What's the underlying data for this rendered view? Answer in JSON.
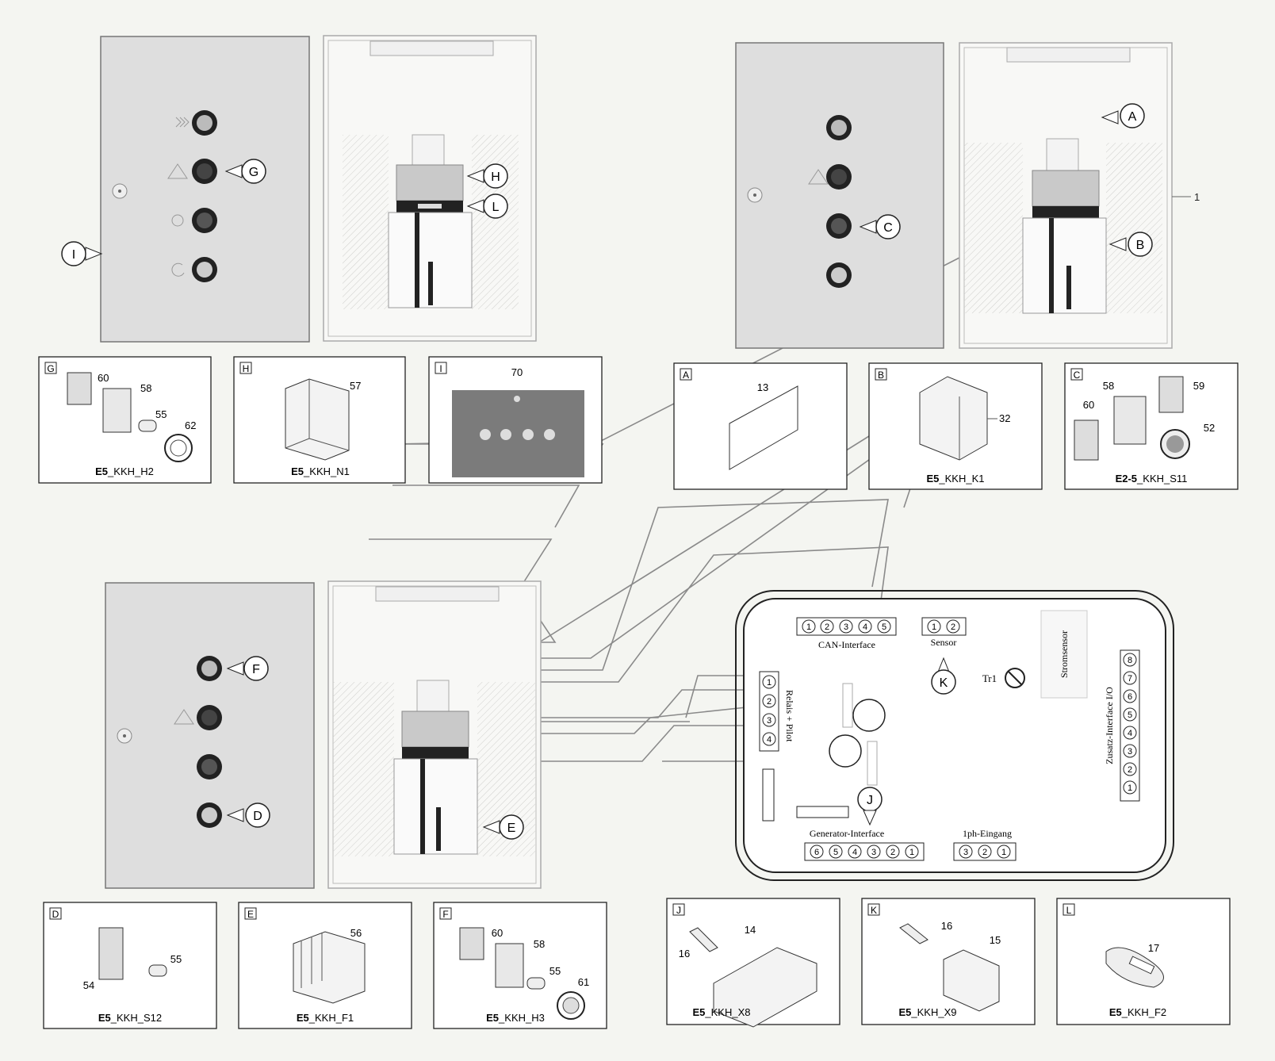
{
  "callouts": [
    "A",
    "B",
    "C",
    "D",
    "E",
    "F",
    "G",
    "H",
    "I",
    "J",
    "K",
    "L"
  ],
  "boxes": [
    {
      "id": "G",
      "caption_bold": "E5",
      "caption_rest": "_KKH_H2",
      "numbers": [
        "60",
        "58",
        "55",
        "62"
      ]
    },
    {
      "id": "H",
      "caption_bold": "E5",
      "caption_rest": "_KKH_N1",
      "numbers": [
        "57"
      ]
    },
    {
      "id": "I",
      "caption_bold": "",
      "caption_rest": "",
      "numbers": [
        "70"
      ]
    },
    {
      "id": "A",
      "caption_bold": "",
      "caption_rest": "",
      "numbers": [
        "13"
      ]
    },
    {
      "id": "B",
      "caption_bold": "E5",
      "caption_rest": "_KKH_K1",
      "numbers": [
        "32"
      ]
    },
    {
      "id": "C",
      "caption_bold": "E2-5",
      "caption_rest": "_KKH_S11",
      "numbers": [
        "58",
        "59",
        "60",
        "52"
      ]
    },
    {
      "id": "D",
      "caption_bold": "E5",
      "caption_rest": "_KKH_S12",
      "numbers": [
        "55",
        "54"
      ]
    },
    {
      "id": "E",
      "caption_bold": "E5",
      "caption_rest": "_KKH_F1",
      "numbers": [
        "56"
      ]
    },
    {
      "id": "F",
      "caption_bold": "E5",
      "caption_rest": "_KKH_H3",
      "numbers": [
        "60",
        "58",
        "55",
        "61"
      ]
    },
    {
      "id": "J",
      "caption_bold": "E5",
      "caption_rest": "_KKH_X8",
      "numbers": [
        "14",
        "16"
      ]
    },
    {
      "id": "K",
      "caption_bold": "E5",
      "caption_rest": "_KKH_X9",
      "numbers": [
        "16",
        "15"
      ]
    },
    {
      "id": "L",
      "caption_bold": "E5",
      "caption_rest": "_KKH_F2",
      "numbers": [
        "17"
      ]
    }
  ],
  "cabinet_label": "1",
  "controller": {
    "can_interface": "CAN-Interface",
    "can_pins": [
      "1",
      "2",
      "3",
      "4",
      "5"
    ],
    "sensor": "Sensor",
    "sensor_pins": [
      "1",
      "2"
    ],
    "stromsensor": "Stromsensor",
    "tr1": "Tr1",
    "relais": "Relais + Pilot",
    "relais_pins": [
      "1",
      "2",
      "3",
      "4"
    ],
    "zusatz": "Zusatz-Interface I/O",
    "zusatz_pins": [
      "8",
      "7",
      "6",
      "5",
      "4",
      "3",
      "2",
      "1"
    ],
    "generator_interface": "Generator-Interface",
    "generator_pins": [
      "6",
      "5",
      "4",
      "3",
      "2",
      "1"
    ],
    "eingang": "1ph-Eingang",
    "eingang_pins": [
      "3",
      "2",
      "1"
    ]
  }
}
